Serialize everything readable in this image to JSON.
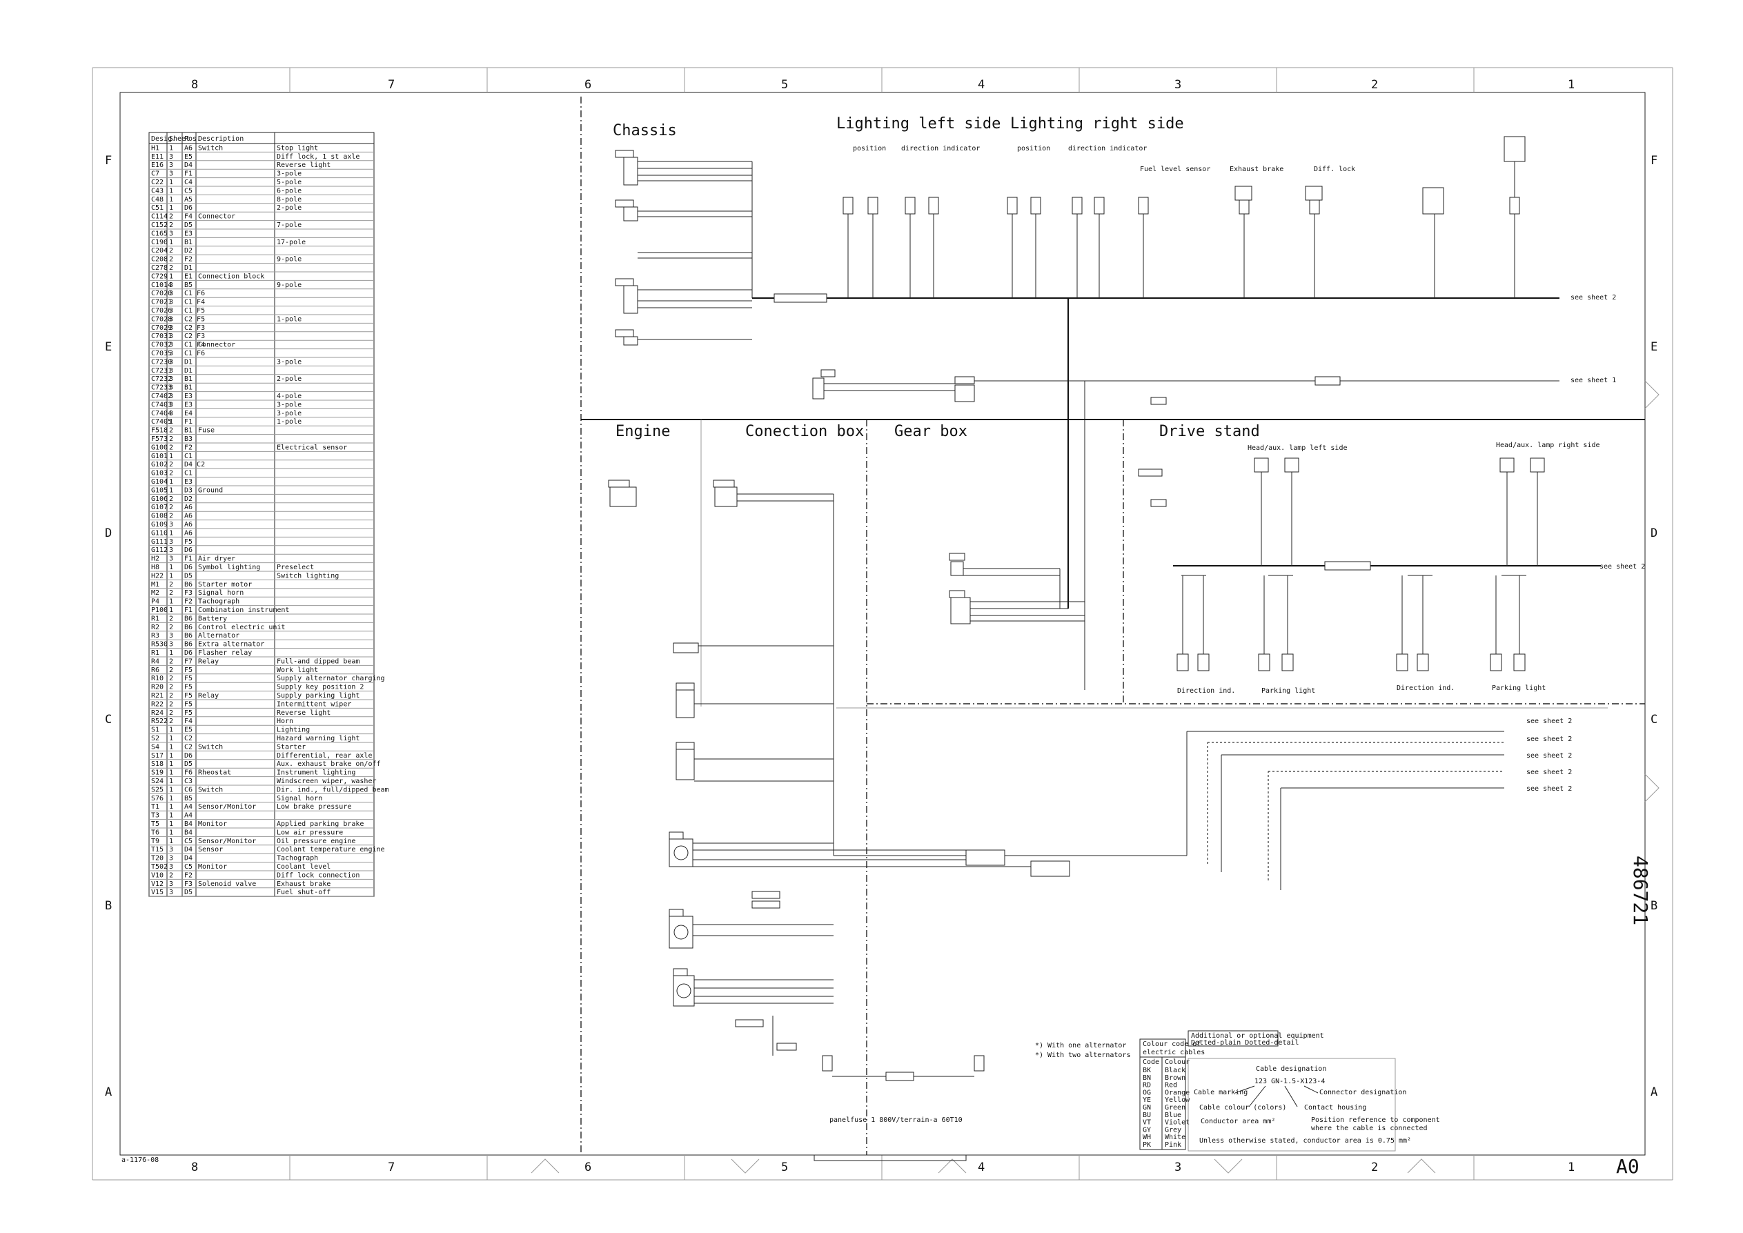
{
  "frame": {
    "cols_top": [
      "8",
      "7",
      "6",
      "5",
      "4",
      "3",
      "2",
      "1"
    ],
    "cols_bottom": [
      "8",
      "7",
      "6",
      "5",
      "4",
      "3",
      "2",
      "1"
    ],
    "rows_left": [
      "F",
      "E",
      "D",
      "C",
      "B",
      "A"
    ],
    "rows_right": [
      "F",
      "E",
      "D",
      "C",
      "B",
      "A"
    ],
    "drawing_number": "486721",
    "sheet_size": "A0",
    "corner_note": "a-1176-08"
  },
  "sections": {
    "chassis": "Chassis",
    "lighting_left": "Lighting left side",
    "lighting_right": "Lighting right side",
    "position_l": "position",
    "direction_l": "direction indicator",
    "position_r": "position",
    "direction_r": "direction indicator",
    "fuel_sensor": "Fuel level sensor",
    "exhaust_brake": "Exhaust brake",
    "diff_lock": "Diff. lock",
    "engine": "Engine",
    "connection_box": "Conection box",
    "gear_box": "Gear box",
    "drive_stand": "Drive stand",
    "head_left": "Head/aux. lamp left side",
    "head_right": "Head/aux. lamp right side",
    "direction_ind_1": "Direction ind.",
    "parking_light_1": "Parking light",
    "direction_ind_2": "Direction ind.",
    "parking_light_2": "Parking light"
  },
  "see_sheets": [
    "see sheet 2",
    "see sheet 1",
    "see sheet 2",
    "see sheet 2",
    "see sheet 2",
    "see sheet 2",
    "see sheet 2",
    "see sheet 2"
  ],
  "notes": {
    "alt1": "*) With one alternator",
    "alt2": "*) With two alternators",
    "bottom_center": "panelfuse 1 800V/terrain-a 60T10",
    "addition_title": "Additional or optional equipment",
    "addition_sub": "Dotted-plain  Dotted-detail",
    "cable_desig": "Cable designation",
    "cable_marking": "Cable marking",
    "connector_desig": "Connector designation",
    "cable_colour": "Cable colour (colors)",
    "contact_housing": "Contact housing",
    "conductor_area": "Conductor area mm²",
    "position_ref": "Position reference to component",
    "where_connected": "where the cable is connected",
    "cable_example": "123 GN-1.5-X123-4",
    "footnote": "Unless otherwise stated, conductor area is 0.75 mm²"
  },
  "colour_code": {
    "header1": "Colour code of",
    "header2": "electric cables",
    "col_code": "Code",
    "col_colour": "Colour",
    "rows": [
      [
        "BK",
        "Black"
      ],
      [
        "BN",
        "Brown"
      ],
      [
        "RD",
        "Red"
      ],
      [
        "OG",
        "Orange"
      ],
      [
        "YE",
        "Yellow"
      ],
      [
        "GN",
        "Green"
      ],
      [
        "BU",
        "Blue"
      ],
      [
        "VT",
        "Violet"
      ],
      [
        "GY",
        "Grey"
      ],
      [
        "WH",
        "White"
      ],
      [
        "PK",
        "Pink"
      ]
    ]
  },
  "legend": {
    "headers": [
      "Desig.",
      "Sheet",
      "Pos.",
      "Description"
    ],
    "rows": [
      [
        "H1",
        "1",
        "A6",
        "Switch",
        "Stop light"
      ],
      [
        "E11",
        "3",
        "E5",
        "",
        "Diff lock, 1 st axle"
      ],
      [
        "E16",
        "3",
        "D4",
        "",
        "Reverse light"
      ],
      [
        "C7",
        "3",
        "F1",
        "",
        "3-pole"
      ],
      [
        "C22",
        "1",
        "C4",
        "",
        "5-pole"
      ],
      [
        "C43",
        "1",
        "C5",
        "",
        "6-pole"
      ],
      [
        "C48",
        "1",
        "A5",
        "",
        "8-pole"
      ],
      [
        "C51",
        "1",
        "D6",
        "",
        "2-pole"
      ],
      [
        "C114",
        "2",
        "F4",
        "Connector",
        ""
      ],
      [
        "C152",
        "2",
        "D5",
        "",
        "7-pole"
      ],
      [
        "C165",
        "3",
        "E3",
        "",
        ""
      ],
      [
        "C190",
        "1",
        "B1",
        "",
        "17-pole"
      ],
      [
        "C204",
        "2",
        "D2",
        "",
        ""
      ],
      [
        "C208",
        "2",
        "F2",
        "",
        "9-pole"
      ],
      [
        "C278",
        "2",
        "D1",
        "",
        ""
      ],
      [
        "C729",
        "1",
        "E1",
        "Connection block",
        ""
      ],
      [
        "C1014",
        "3",
        "B5",
        "",
        "9-pole"
      ],
      [
        "C7020",
        "3",
        "C1 F6",
        "",
        ""
      ],
      [
        "C7021",
        "3",
        "C1 F4",
        "",
        ""
      ],
      [
        "C7026",
        "3",
        "C1 F5",
        "",
        ""
      ],
      [
        "C7028",
        "3",
        "C2 F5",
        "",
        "1-pole"
      ],
      [
        "C7029",
        "3",
        "C2 F3",
        "",
        ""
      ],
      [
        "C7031",
        "3",
        "C2 F3",
        "",
        ""
      ],
      [
        "C7032",
        "3",
        "C1 F4",
        "Connector",
        ""
      ],
      [
        "C7035",
        "3",
        "C1 F6",
        "",
        ""
      ],
      [
        "C7230",
        "3",
        "D1",
        "",
        "3-pole"
      ],
      [
        "C7231",
        "3",
        "D1",
        "",
        ""
      ],
      [
        "C7232",
        "3",
        "B1",
        "",
        "2-pole"
      ],
      [
        "C7233",
        "3",
        "B1",
        "",
        ""
      ],
      [
        "C7402",
        "3",
        "E3",
        "",
        "4-pole"
      ],
      [
        "C7403",
        "3",
        "E3",
        "",
        "3-pole"
      ],
      [
        "C7404",
        "3",
        "E4",
        "",
        "3-pole"
      ],
      [
        "C7405",
        "1",
        "F1",
        "",
        "1-pole"
      ],
      [
        "F518",
        "2",
        "B1",
        "Fuse",
        ""
      ],
      [
        "F573",
        "2",
        "B3",
        "",
        ""
      ],
      [
        "G100",
        "2",
        "F2",
        "",
        "Electrical sensor"
      ],
      [
        "G101",
        "1",
        "C1",
        "",
        ""
      ],
      [
        "G102",
        "2",
        "D4 C2",
        "",
        ""
      ],
      [
        "G103",
        "2",
        "C1",
        "",
        ""
      ],
      [
        "G104",
        "1",
        "E3",
        "",
        ""
      ],
      [
        "G105",
        "1",
        "D3",
        "Ground",
        ""
      ],
      [
        "G106",
        "2",
        "D2",
        "",
        ""
      ],
      [
        "G107",
        "2",
        "A6",
        "",
        ""
      ],
      [
        "G108",
        "2",
        "A6",
        "",
        ""
      ],
      [
        "G109",
        "3",
        "A6",
        "",
        ""
      ],
      [
        "G110",
        "1",
        "A6",
        "",
        ""
      ],
      [
        "G111",
        "3",
        "F5",
        "",
        ""
      ],
      [
        "G112",
        "3",
        "D6",
        "",
        ""
      ],
      [
        "H2",
        "3",
        "F1",
        "Air dryer",
        ""
      ],
      [
        "H8",
        "1",
        "D6",
        "Symbol lighting",
        "Preselect"
      ],
      [
        "H22",
        "1",
        "D5",
        "",
        "Switch lighting"
      ],
      [
        "M1",
        "2",
        "B6",
        "Starter motor",
        ""
      ],
      [
        "M2",
        "2",
        "F3",
        "Signal horn",
        ""
      ],
      [
        "P4",
        "1",
        "F2",
        "Tachograph",
        ""
      ],
      [
        "P100",
        "1",
        "F1",
        "Combination instrument",
        ""
      ],
      [
        "R1",
        "2",
        "B6",
        "Battery",
        ""
      ],
      [
        "R2",
        "2",
        "B6",
        "Control electric unit",
        ""
      ],
      [
        "R3",
        "3",
        "B6",
        "Alternator",
        ""
      ],
      [
        "R530",
        "3",
        "B6",
        "Extra alternator",
        ""
      ],
      [
        "R1",
        "1",
        "D6",
        "Flasher relay",
        ""
      ],
      [
        "R4",
        "2",
        "F7",
        "Relay",
        "Full-and dipped beam"
      ],
      [
        "R6",
        "2",
        "F5",
        "",
        "Work light"
      ],
      [
        "R10",
        "2",
        "F5",
        "",
        "Supply alternator charging"
      ],
      [
        "R20",
        "2",
        "F5",
        "",
        "Supply key position 2"
      ],
      [
        "R21",
        "2",
        "F5",
        "Relay",
        "Supply parking light"
      ],
      [
        "R22",
        "2",
        "F5",
        "",
        "Intermittent wiper"
      ],
      [
        "R24",
        "2",
        "F5",
        "",
        "Reverse light"
      ],
      [
        "R522",
        "2",
        "F4",
        "",
        "Horn"
      ],
      [
        "S1",
        "1",
        "E5",
        "",
        "Lighting"
      ],
      [
        "S2",
        "1",
        "C2",
        "",
        "Hazard warning light"
      ],
      [
        "S4",
        "1",
        "C2",
        "Switch",
        "Starter"
      ],
      [
        "S17",
        "1",
        "D6",
        "",
        "Differential, rear axle"
      ],
      [
        "S18",
        "1",
        "D5",
        "",
        "Aux. exhaust brake on/off"
      ],
      [
        "S19",
        "1",
        "F6",
        "Rheostat",
        "Instrument lighting"
      ],
      [
        "S24",
        "1",
        "C3",
        "",
        "Windscreen wiper, washer"
      ],
      [
        "S25",
        "1",
        "C6",
        "Switch",
        "Dir. ind., full/dipped beam"
      ],
      [
        "S76",
        "1",
        "B5",
        "",
        "Signal horn"
      ],
      [
        "T1",
        "1",
        "A4",
        "Sensor/Monitor",
        "Low brake pressure"
      ],
      [
        "T3",
        "1",
        "A4",
        "",
        ""
      ],
      [
        "T5",
        "1",
        "B4",
        "Monitor",
        "Applied parking brake"
      ],
      [
        "T6",
        "1",
        "B4",
        "",
        "Low air pressure"
      ],
      [
        "T9",
        "1",
        "C5",
        "Sensor/Monitor",
        "Oil pressure engine"
      ],
      [
        "T15",
        "3",
        "D4",
        "Sensor",
        "Coolant temperature engine"
      ],
      [
        "T20",
        "3",
        "D4",
        "",
        "Tachograph"
      ],
      [
        "T502",
        "3",
        "C5",
        "Monitor",
        "Coolant level"
      ],
      [
        "V10",
        "2",
        "F2",
        "",
        "Diff lock connection"
      ],
      [
        "V12",
        "3",
        "F3",
        "Solenoid valve",
        "Exhaust brake"
      ],
      [
        "V15",
        "3",
        "D5",
        "",
        "Fuel shut-off"
      ]
    ]
  }
}
